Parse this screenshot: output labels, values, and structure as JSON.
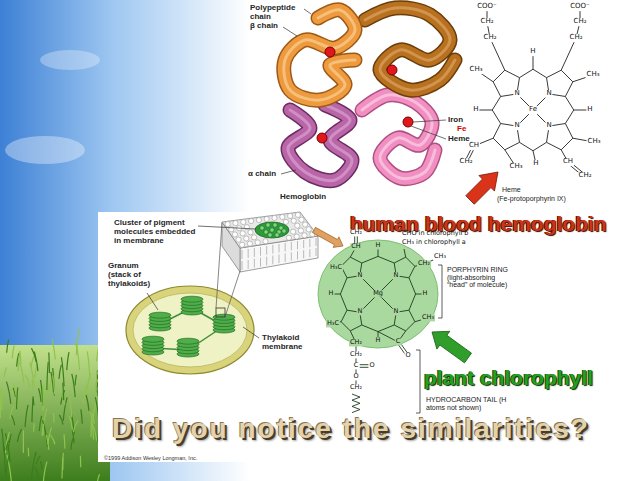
{
  "diagram": {
    "title": "Did you notice the similarities?",
    "labels": [
      "Polypeptide chain",
      "β chain",
      "Iron",
      "Fe",
      "Heme",
      "α chain",
      "Hemoglobin",
      "COO⁻",
      "CH₂",
      "CH₂",
      "COO⁻",
      "CH₂",
      "CH₂",
      "H",
      "H",
      "H",
      "H",
      "N",
      "N",
      "N",
      "N",
      "Fe",
      "CH₃",
      "CH₃",
      "CH",
      "CH₂",
      "CH₃",
      "CH₃",
      "CH",
      "CH₂",
      "Heme",
      "(Fe-protoporphyrin IX)",
      "human blood hemoglobin",
      "Cluster of pigment molecules embedded in membrane",
      "Granum (stack of thylakoids)",
      "Thylakoid membrane",
      "CH₂",
      "CH",
      "CHO in chlorophyll b",
      "CH₃ in chlorophyll a",
      "N",
      "N",
      "N",
      "N",
      "Mg",
      "H₃C",
      "CH₂",
      "CH₃",
      "H₃C",
      "CH₃",
      "H",
      "H",
      "H",
      "H",
      "CH₂",
      "CH₂",
      "C",
      "O",
      "O",
      "CH₂",
      "C",
      "O",
      "PORPHYRIN RING (light-absorbing “head” of molecule)",
      "HYDROCARBON TAIL (H atoms not shown)",
      "plant chlorophyll",
      "©1999 Addison Wesley Longman, Inc."
    ]
  }
}
